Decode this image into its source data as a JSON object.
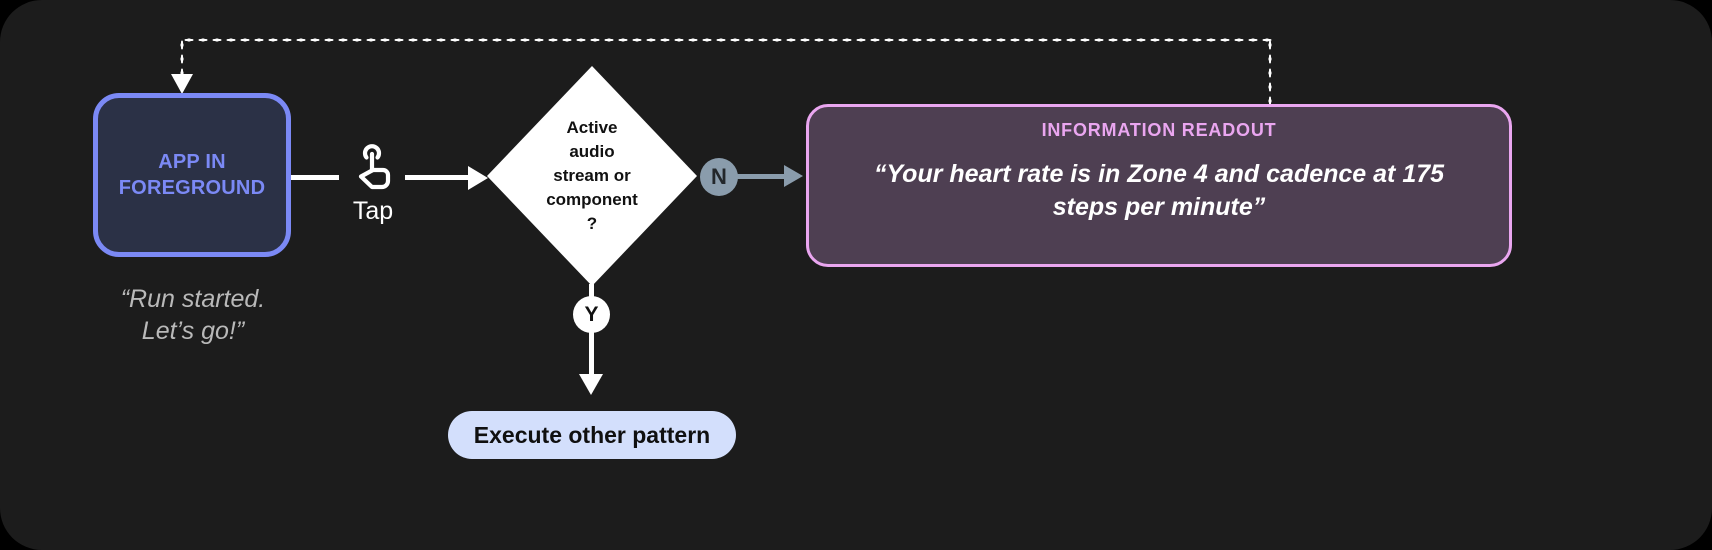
{
  "canvas": {
    "background": "#1c1c1c",
    "outer_background": "#000000"
  },
  "nodes": {
    "app_box": {
      "label_line1": "APP IN",
      "label_line2": "FOREGROUND",
      "border_color": "#7b89f5",
      "fill_color": "#2b3146",
      "text_color": "#7b89f5"
    },
    "app_caption": {
      "line1": "“Run started.",
      "line2": "Let’s go!”",
      "color": "#b9b9b9"
    },
    "tap": {
      "icon": "tap-gesture-icon",
      "label": "Tap",
      "color": "#ffffff"
    },
    "decision": {
      "line1": "Active",
      "line2": "audio",
      "line3": "stream or",
      "line4": "component",
      "line5": "?",
      "fill_color": "#ffffff",
      "text_color": "#111111"
    },
    "branch_no": {
      "letter": "N",
      "circle_color": "#8a9cac",
      "text_color": "#23272b"
    },
    "branch_yes": {
      "letter": "Y",
      "circle_color": "#ffffff",
      "text_color": "#111111"
    },
    "execute_pill": {
      "label": "Execute other pattern",
      "fill_color": "#d3dffc",
      "text_color": "#101010"
    },
    "readout_panel": {
      "title": "INFORMATION READOUT",
      "quote_line1": "“Your heart rate is in Zone 4 and cadence at",
      "quote_line2": "175 steps per minute”",
      "border_color": "#eaa6f0",
      "fill_color": "#4e3f52",
      "title_color": "#eaa6f0",
      "quote_color": "#ffffff"
    }
  },
  "connectors": {
    "tap_flow_color": "#ffffff",
    "no_branch_color": "#8a9cac",
    "feedback_loop_style": "dotted",
    "feedback_loop_color": "#ffffff"
  }
}
